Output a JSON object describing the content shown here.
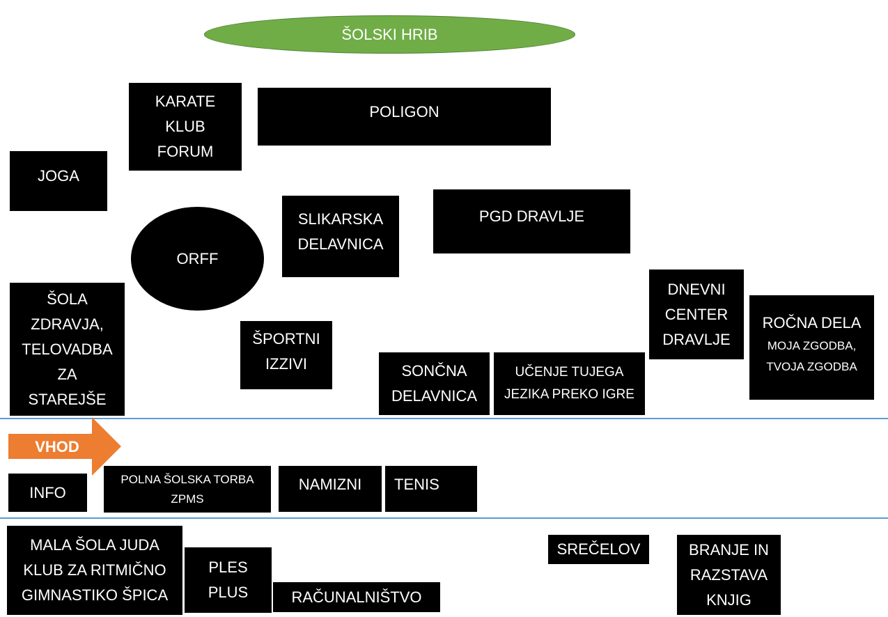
{
  "hill": "ŠOLSKI HRIB",
  "entrance": "VHOD",
  "colors": {
    "hill": "#70ad47",
    "arrow": "#ed7d31",
    "divider": "#5b9bd5",
    "box": "#000000"
  },
  "stations": {
    "karate": [
      "KARATE",
      "KLUB",
      "FORUM"
    ],
    "poligon": "POLIGON",
    "joga": "JOGA",
    "orff": "ORFF",
    "slikarska": [
      "SLIKARSKA",
      "DELAVNICA"
    ],
    "pgd": "PGD DRAVLJE",
    "sola_zdravja": [
      "ŠOLA",
      "ZDRAVJA,",
      "TELOVADBA",
      "ZA",
      "STAREJŠE"
    ],
    "sportni": [
      "ŠPORTNI",
      "IZZIVI"
    ],
    "dnevni": [
      "DNEVNI",
      "CENTER",
      "DRAVLJE"
    ],
    "rocna": {
      "title": "ROČNA DELA",
      "sub": [
        "MOJA ZGODBA,",
        "TVOJA ZGODBA"
      ]
    },
    "soncna": [
      "SONČNA",
      "DELAVNICA"
    ],
    "ucenje": [
      "UČENJE TUJEGA",
      "JEZIKA PREKO IGRE"
    ],
    "info": "INFO",
    "torba": [
      "POLNA ŠOLSKA TORBA",
      "ZPMS"
    ],
    "namizni": "NAMIZNI",
    "tenis": "TENIS",
    "juda": [
      "MALA ŠOLA JUDA",
      "KLUB ZA RITMIČNO",
      "GIMNASTIKO ŠPICA"
    ],
    "ples": [
      "PLES",
      "PLUS"
    ],
    "racunalnistvo": "RAČUNALNIŠTVO",
    "srecelov": "SREČELOV",
    "branje": [
      "BRANJE IN",
      "RAZSTAVA",
      "KNJIG"
    ]
  }
}
